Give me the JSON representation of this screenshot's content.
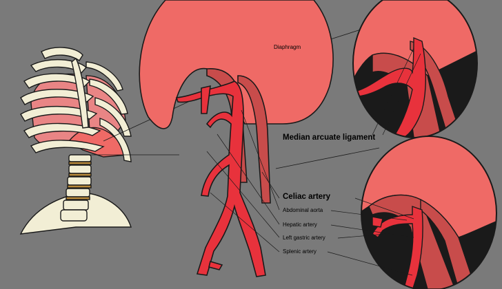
{
  "labels": {
    "diaphragm": "Diaphragm",
    "median_arcuate_ligament": "Median arcuate ligament",
    "celiac_artery": "Celiac artery",
    "abdominal_aorta": "Abdominal aorta",
    "hepatic_artery": "Hepatic artery",
    "left_gastric_artery": "Left gastric artery",
    "splenic_artery": "Splenic artery"
  },
  "colors": {
    "background": "#7a7a7a",
    "diaphragm": "#ef6a66",
    "ligament": "#c84c4b",
    "artery": "#e8323c",
    "bone": "#f2eed5",
    "vertebra_disc": "#b8893a",
    "lung": "#e98585",
    "outline": "#1a1a1a"
  }
}
